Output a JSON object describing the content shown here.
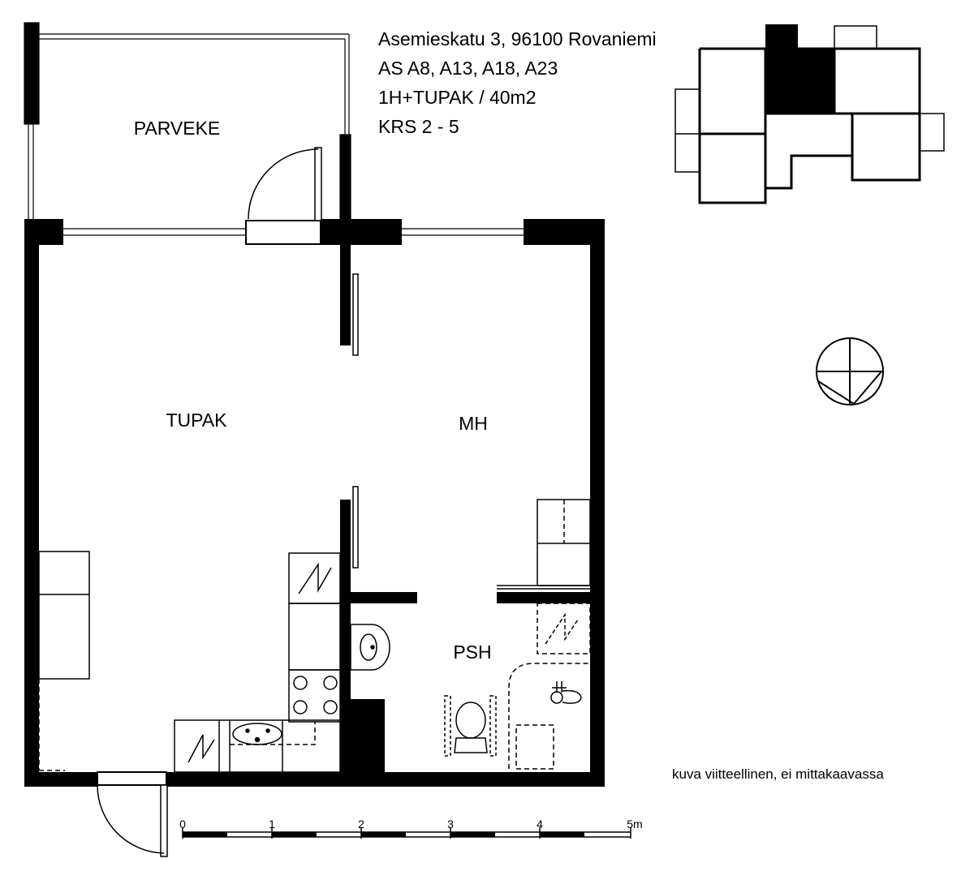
{
  "info": {
    "address": "Asemieskatu 3, 96100 Rovaniemi",
    "apartments": "AS A8, A13, A18, A23",
    "layout": "1H+TUPAK / 40m2",
    "floors": "KRS 2 - 5"
  },
  "rooms": {
    "balcony": "PARVEKE",
    "kitchen_living": "TUPAK",
    "bedroom": "MH",
    "bathroom": "PSH"
  },
  "scale_bar": {
    "ticks": [
      "0",
      "1",
      "2",
      "3",
      "4",
      "5m"
    ]
  },
  "disclaimer": "kuva viitteellinen, ei mittakaavassa"
}
